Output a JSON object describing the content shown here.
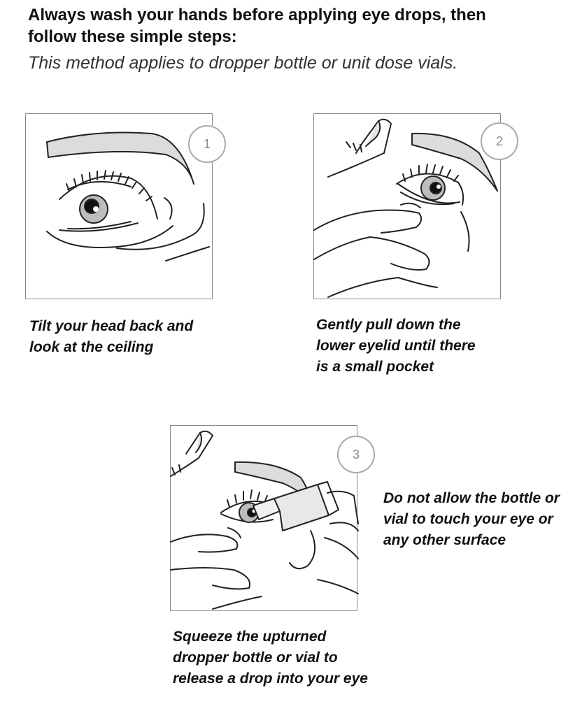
{
  "intro": {
    "heading_line1": "Always wash your hands before applying eye drops, then",
    "heading_line2": "follow these simple steps:",
    "subheading": "This method applies to dropper bottle or unit dose vials."
  },
  "steps": [
    {
      "number": "1",
      "caption_lines": [
        "Tilt your head back and",
        "look at the ceiling"
      ],
      "illustration": "eye-looking-up-illustration"
    },
    {
      "number": "2",
      "caption_lines": [
        "Gently pull down the",
        "lower eyelid until there",
        "is a small pocket"
      ],
      "illustration": "finger-pulling-eyelid-illustration"
    },
    {
      "number": "3",
      "caption_lines": [
        "Squeeze the upturned",
        "dropper bottle or vial to",
        "release a drop into your eye"
      ],
      "illustration": "dropper-bottle-illustration"
    }
  ],
  "note": {
    "lines": [
      "Do not allow the bottle or",
      "vial to touch your eye or",
      "any other surface"
    ]
  }
}
